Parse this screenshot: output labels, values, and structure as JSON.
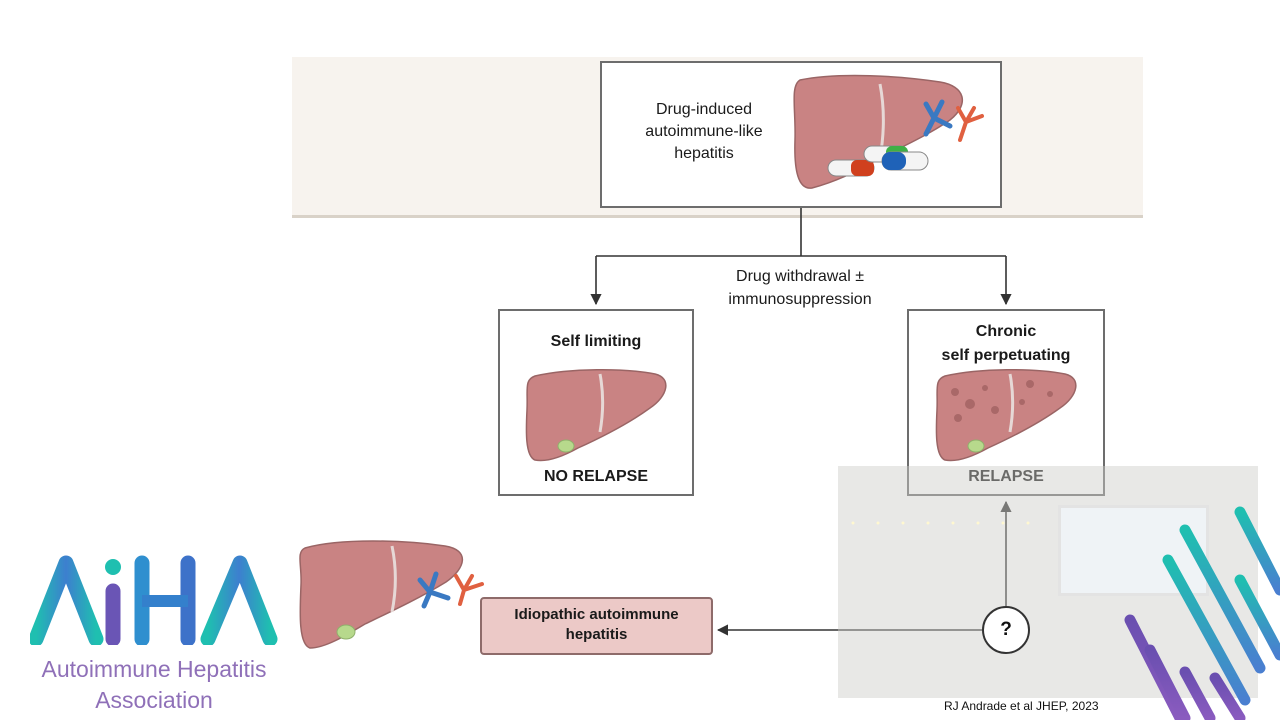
{
  "diagram": {
    "top_box": {
      "lines": [
        "Drug-induced",
        "autoimmune-like",
        "hepatitis"
      ]
    },
    "branch_label": {
      "lines": [
        "Drug withdrawal ±",
        "immunosuppression"
      ]
    },
    "left_box": {
      "title": "Self limiting",
      "outcome": "NO RELAPSE"
    },
    "right_box": {
      "title_lines": [
        "Chronic",
        "self perpetuating"
      ],
      "outcome": "RELAPSE"
    },
    "bottom_box": {
      "lines": [
        "Idiopathic autoimmune",
        "hepatitis"
      ]
    },
    "question_mark": "?",
    "colors": {
      "liver": "#c98383",
      "liver_outline": "#9a6565",
      "gallbladder": "#b7d98c",
      "antibody_blue": "#3a79c2",
      "antibody_red": "#e06040",
      "label_fill": "#ecc9c7"
    }
  },
  "logo": {
    "mark": "AiHA",
    "name_lines": [
      "Autoimmune Hepatitis",
      "Association"
    ],
    "colors": {
      "teal": "#1fbfb0",
      "purple": "#7d5bb0"
    }
  },
  "citation": "RJ Andrade et al JHEP, 2023"
}
